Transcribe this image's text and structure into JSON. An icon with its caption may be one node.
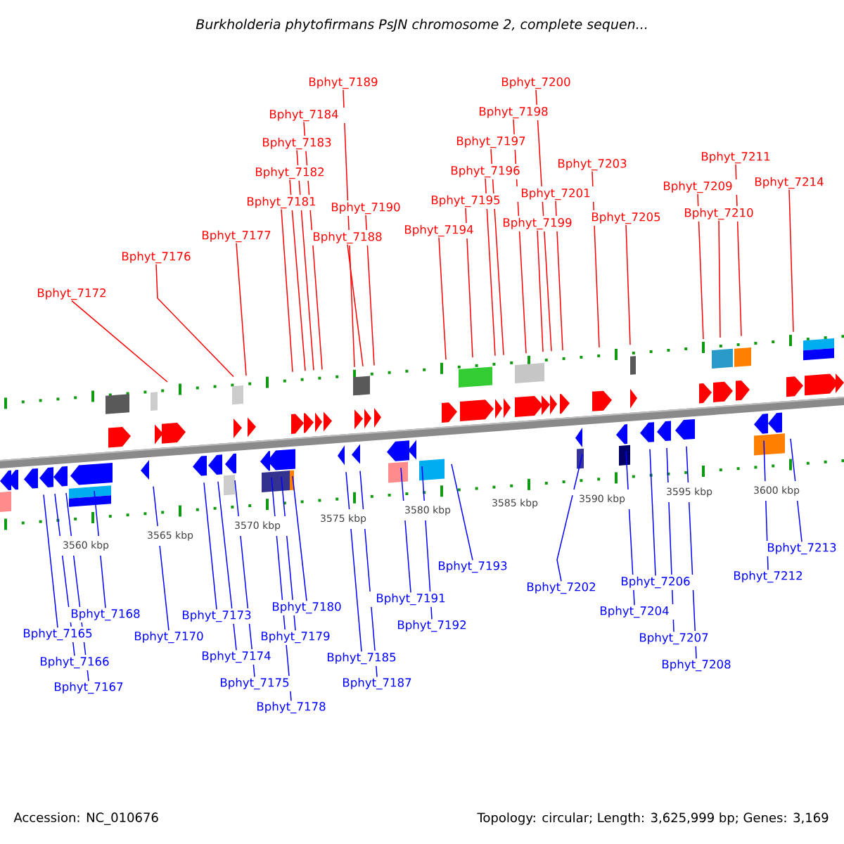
{
  "diagram": {
    "title": "Burkholderia phytofirmans PsJN chromosome 2, complete sequen...",
    "nodes": [
      {
        "text": [
          "Bphyt_7172"
        ]
      },
      {
        "text": [
          "Bphyt_7176"
        ]
      },
      {
        "text": [
          "Bphyt_7177"
        ]
      },
      {
        "text": [
          "Bphyt_7181"
        ]
      },
      {
        "text": [
          "Bphyt_7182"
        ]
      },
      {
        "text": [
          "Bphyt_7183"
        ]
      },
      {
        "text": [
          "Bphyt_7184"
        ]
      },
      {
        "text": [
          "Bphyt_7188"
        ]
      },
      {
        "text": [
          "Bphyt_7189"
        ]
      },
      {
        "text": [
          "Bphyt_7190"
        ]
      },
      {
        "text": [
          "Bphyt_7194"
        ]
      },
      {
        "text": [
          "Bphyt_7195"
        ]
      },
      {
        "text": [
          "Bphyt_7196"
        ]
      },
      {
        "text": [
          "Bphyt_7197"
        ]
      },
      {
        "text": [
          "Bphyt_7198"
        ]
      },
      {
        "text": [
          "Bphyt_7199"
        ]
      },
      {
        "text": [
          "Bphyt_7200"
        ]
      },
      {
        "text": [
          "Bphyt_7201"
        ]
      },
      {
        "text": [
          "Bphyt_7203"
        ]
      },
      {
        "text": [
          "Bphyt_7205"
        ]
      },
      {
        "text": [
          "Bphyt_7209"
        ]
      },
      {
        "text": [
          "Bphyt_7210"
        ]
      },
      {
        "text": [
          "Bphyt_7211"
        ]
      },
      {
        "text": [
          "Bphyt_7214"
        ]
      },
      {
        "text": [
          "Bphyt_7165"
        ]
      },
      {
        "text": [
          "Bphyt_7166"
        ]
      },
      {
        "text": [
          "Bphyt_7167"
        ]
      },
      {
        "text": [
          "Bphyt_7168"
        ]
      },
      {
        "text": [
          "Bphyt_7170"
        ]
      },
      {
        "text": [
          "Bphyt_7173"
        ]
      },
      {
        "text": [
          "Bphyt_7174"
        ]
      },
      {
        "text": [
          "Bphyt_7175"
        ]
      },
      {
        "text": [
          "Bphyt_7178"
        ]
      },
      {
        "text": [
          "Bphyt_7179"
        ]
      },
      {
        "text": [
          "Bphyt_7180"
        ]
      },
      {
        "text": [
          "Bphyt_7185"
        ]
      },
      {
        "text": [
          "Bphyt_7187"
        ]
      },
      {
        "text": [
          "Bphyt_7191"
        ]
      },
      {
        "text": [
          "Bphyt_7192"
        ]
      },
      {
        "text": [
          "Bphyt_7193"
        ]
      },
      {
        "text": [
          "Bphyt_7202"
        ]
      },
      {
        "text": [
          "Bphyt_7204"
        ]
      },
      {
        "text": [
          "Bphyt_7206"
        ]
      },
      {
        "text": [
          "Bphyt_7207"
        ]
      },
      {
        "text": [
          "Bphyt_7208"
        ]
      },
      {
        "text": [
          "Bphyt_7212"
        ]
      },
      {
        "text": [
          "Bphyt_7213"
        ]
      }
    ],
    "edges": [
      {
        "from": 0,
        "to": null,
        "arrow": "none"
      },
      {
        "from": 1,
        "to": null,
        "arrow": "none"
      },
      {
        "from": 2,
        "to": null,
        "arrow": "none"
      },
      {
        "from": 3,
        "to": null,
        "arrow": "none"
      },
      {
        "from": 4,
        "to": null,
        "arrow": "none"
      },
      {
        "from": 5,
        "to": null,
        "arrow": "none"
      },
      {
        "from": 6,
        "to": null,
        "arrow": "none"
      },
      {
        "from": 7,
        "to": null,
        "arrow": "none"
      },
      {
        "from": 8,
        "to": null,
        "arrow": "none"
      },
      {
        "from": 9,
        "to": null,
        "arrow": "none"
      },
      {
        "from": 10,
        "to": null,
        "arrow": "none"
      },
      {
        "from": 11,
        "to": null,
        "arrow": "none"
      },
      {
        "from": 12,
        "to": null,
        "arrow": "none"
      },
      {
        "from": 13,
        "to": null,
        "arrow": "none"
      },
      {
        "from": 14,
        "to": null,
        "arrow": "none"
      },
      {
        "from": 15,
        "to": null,
        "arrow": "none"
      },
      {
        "from": 16,
        "to": null,
        "arrow": "none"
      },
      {
        "from": 17,
        "to": null,
        "arrow": "none"
      },
      {
        "from": 18,
        "to": null,
        "arrow": "none"
      },
      {
        "from": 19,
        "to": null,
        "arrow": "none"
      },
      {
        "from": 20,
        "to": null,
        "arrow": "none"
      },
      {
        "from": 21,
        "to": null,
        "arrow": "none"
      },
      {
        "from": 22,
        "to": null,
        "arrow": "none"
      },
      {
        "from": 23,
        "to": null,
        "arrow": "none"
      },
      {
        "from": 24,
        "to": null,
        "arrow": "none",
        "color": "#0000ff"
      },
      {
        "from": 25,
        "to": null,
        "arrow": "none",
        "color": "#0000ff"
      },
      {
        "from": 26,
        "to": null,
        "arrow": "none",
        "color": "#0000ff"
      },
      {
        "from": 27,
        "to": null,
        "arrow": "none",
        "color": "#0000ff"
      },
      {
        "from": 28,
        "to": null,
        "arrow": "none",
        "color": "#0000ff"
      },
      {
        "from": 29,
        "to": null,
        "arrow": "none",
        "color": "#0000ff"
      },
      {
        "from": 30,
        "to": null,
        "arrow": "none",
        "color": "#0000ff"
      },
      {
        "from": 31,
        "to": null,
        "arrow": "none",
        "color": "#0000ff"
      },
      {
        "from": 32,
        "to": null,
        "arrow": "none",
        "color": "#0000ff"
      },
      {
        "from": 33,
        "to": null,
        "arrow": "none",
        "color": "#0000ff"
      },
      {
        "from": 34,
        "to": null,
        "arrow": "none",
        "color": "#0000ff"
      },
      {
        "from": 35,
        "to": null,
        "arrow": "none",
        "color": "#0000ff"
      },
      {
        "from": 36,
        "to": null,
        "arrow": "none",
        "color": "#0000ff"
      },
      {
        "from": 37,
        "to": null,
        "arrow": "none",
        "color": "#0000ff"
      },
      {
        "from": 38,
        "to": null,
        "arrow": "none",
        "color": "#0000ff"
      },
      {
        "from": 39,
        "to": null,
        "arrow": "none",
        "color": "#0000ff"
      },
      {
        "from": 40,
        "to": null,
        "arrow": "none",
        "color": "#0000ff"
      },
      {
        "from": 41,
        "to": null,
        "arrow": "none",
        "color": "#0000ff"
      },
      {
        "from": 42,
        "to": null,
        "arrow": "none",
        "color": "#0000ff"
      },
      {
        "from": 43,
        "to": null,
        "arrow": "none",
        "color": "#0000ff"
      },
      {
        "from": 44,
        "to": null,
        "arrow": "none",
        "color": "#0000ff"
      },
      {
        "from": 45,
        "to": null,
        "arrow": "none",
        "color": "#0000ff"
      },
      {
        "from": 46,
        "to": null,
        "arrow": "none",
        "color": "#0000ff"
      }
    ],
    "labels": [
      "3560 kbp",
      "3565 kbp",
      "3570 kbp",
      "3575 kbp",
      "3580 kbp",
      "3585 kbp",
      "3590 kbp",
      "3595 kbp",
      "3600 kbp",
      "Accession: NC_010676",
      "Topology: circular; Length: 3,625,999 bp; Genes: 3,169"
    ]
  }
}
